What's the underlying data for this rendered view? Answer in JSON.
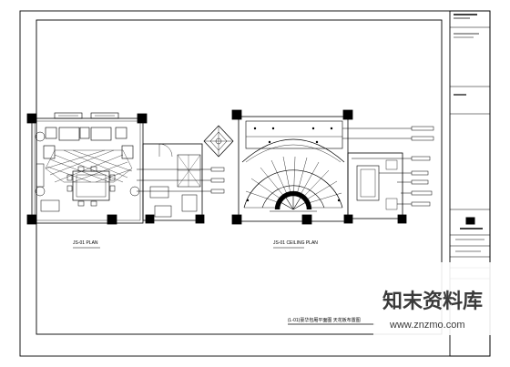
{
  "drawing": {
    "left_view_label": "JS-01 PLAN",
    "right_view_label": "JS-01 CEILING PLAN",
    "sheet_title": "(L-01)豪华包厢平面图 天花板布置图"
  },
  "watermark": {
    "main": "知末资料库",
    "url": "www.znzmo.com"
  }
}
